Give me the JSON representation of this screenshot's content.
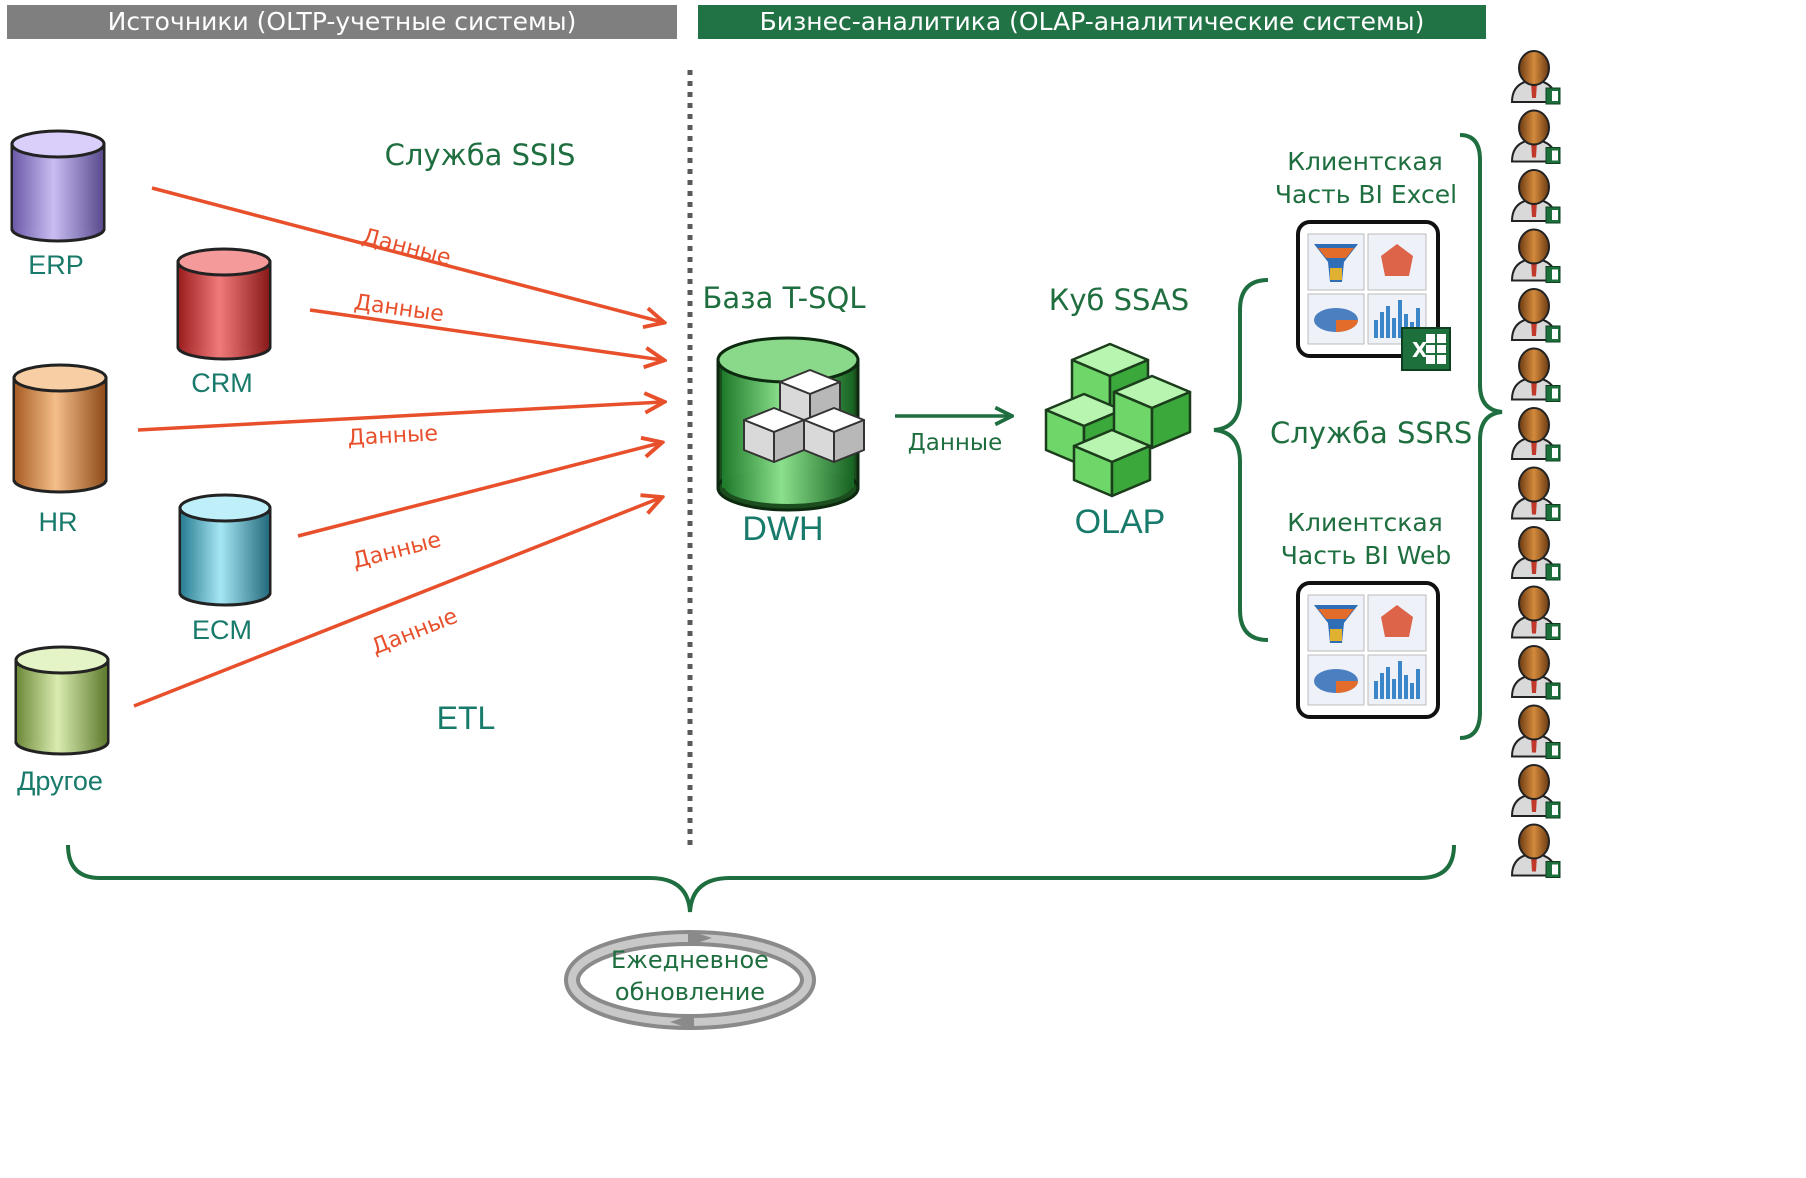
{
  "headers": {
    "left": "Источники (OLTP-учетные системы)",
    "right": "Бизнес-аналитика (OLAP-аналитические системы)"
  },
  "sources": [
    {
      "label": "ERP",
      "color": "#b3a2e6"
    },
    {
      "label": "CRM",
      "color": "#e84f4f"
    },
    {
      "label": "HR",
      "color": "#e8a060"
    },
    {
      "label": "ECM",
      "color": "#6cc8de"
    },
    {
      "label": "Другое",
      "color": "#b9d88a"
    }
  ],
  "flows": {
    "data_label": "Данные",
    "arrow_color": "#e8502c",
    "green_color": "#1f6e3f"
  },
  "etl": {
    "service": "Служба SSIS",
    "etl_label": "ETL"
  },
  "dwh": {
    "caption": "База T-SQL",
    "label": "DWH"
  },
  "olap": {
    "caption": "Куб SSAS",
    "label": "OLAP",
    "arrow_label": "Данные"
  },
  "clients": {
    "excel_line1": "Клиентская",
    "excel_line2": "Часть BI Excel",
    "excel_badge": "X",
    "ssrs": "Служба SSRS",
    "web_line1": "Клиентская",
    "web_line2": "Часть BI Web"
  },
  "update": {
    "line1": "Ежедневное",
    "line2": "обновление"
  },
  "users": {
    "count": 14
  }
}
